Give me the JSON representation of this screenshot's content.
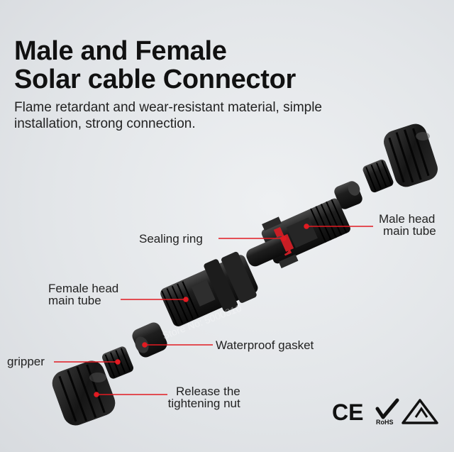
{
  "title": {
    "line1": "Male and Female",
    "line2": "Solar cable Connector"
  },
  "subtitle": {
    "line1": "Flame retardant and wear-resistant material, simple",
    "line2": "installation, strong connection."
  },
  "labels": {
    "sealing_ring": "Sealing ring",
    "male_head_line1": "Male head",
    "male_head_line2": "main tube",
    "female_head_line1": "Female head",
    "female_head_line2": "main tube",
    "waterproof_gasket": "Waterproof gasket",
    "gripper": "gripper",
    "release_line1": "Release the",
    "release_line2": "tightening nut"
  },
  "certifications": {
    "ce": "CE",
    "rohs": "RoHS"
  },
  "watermark": "Store No: 5000310",
  "colors": {
    "leader_line": "#e11b22",
    "connector_black": "#1b1b1b",
    "accent_red": "#d6202a"
  }
}
